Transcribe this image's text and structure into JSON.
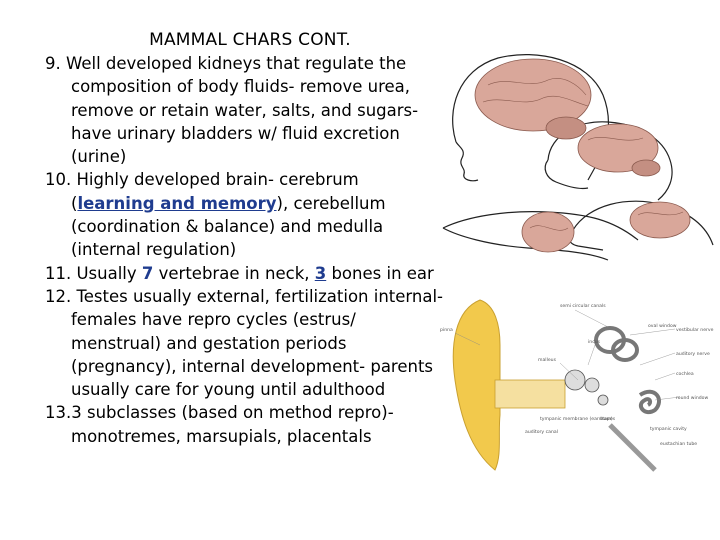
{
  "title": "MAMMAL CHARS CONT.",
  "items": [
    {
      "parts": [
        "9. Well developed kidneys that regulate the composition of body fluids- remove urea, remove or retain water, salts, and sugars- have urinary bladders w/ fluid excretion (urine)"
      ]
    },
    {
      "parts": [
        "10. Highly developed brain- cerebrum (",
        "learning and memory",
        "), cerebellum (coordination & balance) and medulla (internal regulation)"
      ]
    },
    {
      "parts": [
        "11. Usually ",
        "7",
        " vertebrae in neck, ",
        "3",
        " bones in ear"
      ]
    },
    {
      "parts": [
        "12. Testes usually external, fertilization internal- females have repro cycles (estrus/ menstrual) and gestation periods (pregnancy), internal development- parents usually care for young until adulthood"
      ]
    },
    {
      "parts": [
        "13.3 subclasses (based on method repro)- monotremes, marsupials, placentals"
      ]
    }
  ],
  "ear_labels": {
    "semicircular_canals": "semi circular canals",
    "oval_window": "oval window",
    "pinna": "pinna",
    "malleus": "malleus",
    "incus": "incus",
    "vestibular_nerve": "vestibular nerve",
    "auditory_nerve": "auditory nerve",
    "cochlea": "cochlea",
    "round_window": "round window",
    "tympanic_membrane": "tympanic membrane (eardrum)",
    "auditory_canal": "auditory canal",
    "stapes": "stapes",
    "tympanic_cavity": "tympanic cavity",
    "eustachian_tube": "eustachian tube"
  },
  "colors": {
    "emphasis": "#1f3c8f",
    "brain": "#d9a79a",
    "outer_ear": "#f2c94c"
  }
}
